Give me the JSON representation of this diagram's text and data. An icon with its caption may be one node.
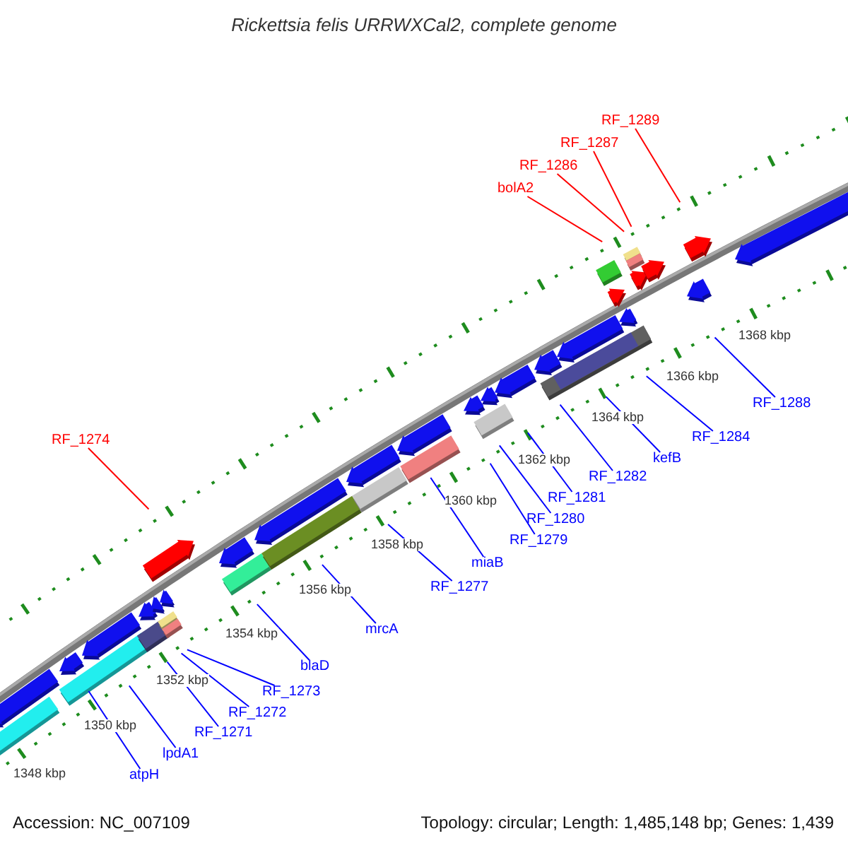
{
  "diagram": {
    "title": "Rickettsia felis URRWXCal2, complete genome",
    "nodes": [
      {
        "text": [
          "RF_1274"
        ]
      },
      {
        "text": [
          "atpH"
        ]
      },
      {
        "text": [
          "lpdA1"
        ]
      },
      {
        "text": [
          "RF_1271"
        ]
      },
      {
        "text": [
          "RF_1272"
        ]
      },
      {
        "text": [
          "RF_1273"
        ]
      },
      {
        "text": [
          "blaD"
        ]
      },
      {
        "text": [
          "mrcA"
        ]
      },
      {
        "text": [
          "RF_1277"
        ]
      },
      {
        "text": [
          "miaB"
        ]
      },
      {
        "text": [
          "RF_1279"
        ]
      },
      {
        "text": [
          "RF_1280"
        ]
      },
      {
        "text": [
          "RF_1281"
        ]
      },
      {
        "text": [
          "RF_1282"
        ]
      },
      {
        "text": [
          "kefB"
        ]
      },
      {
        "text": [
          "RF_1284"
        ]
      },
      {
        "text": [
          "bolA2"
        ]
      },
      {
        "text": [
          "RF_1286"
        ]
      },
      {
        "text": [
          "RF_1287"
        ]
      },
      {
        "text": [
          "RF_1288"
        ]
      },
      {
        "text": [
          "RF_1289"
        ]
      }
    ],
    "edges": [
      {
        "from": 0,
        "to": null,
        "arrow": "none",
        "color": "#ff0000"
      },
      {
        "from": 1,
        "to": null,
        "arrow": "none"
      },
      {
        "from": 2,
        "to": null,
        "arrow": "none"
      },
      {
        "from": 3,
        "to": null,
        "arrow": "none"
      },
      {
        "from": 4,
        "to": null,
        "arrow": "none"
      },
      {
        "from": 5,
        "to": null,
        "arrow": "none"
      },
      {
        "from": 6,
        "to": null,
        "arrow": "none"
      },
      {
        "from": 7,
        "to": null,
        "arrow": "none"
      },
      {
        "from": 8,
        "to": null,
        "arrow": "none"
      },
      {
        "from": 9,
        "to": null,
        "arrow": "none"
      },
      {
        "from": 10,
        "to": null,
        "arrow": "none"
      },
      {
        "from": 11,
        "to": null,
        "arrow": "none"
      },
      {
        "from": 12,
        "to": null,
        "arrow": "none"
      },
      {
        "from": 13,
        "to": null,
        "arrow": "none"
      },
      {
        "from": 14,
        "to": null,
        "arrow": "none"
      },
      {
        "from": 15,
        "to": null,
        "arrow": "none"
      },
      {
        "from": 16,
        "to": null,
        "arrow": "none",
        "color": "#ff0000"
      },
      {
        "from": 17,
        "to": null,
        "arrow": "none",
        "color": "#ff0000"
      },
      {
        "from": 18,
        "to": null,
        "arrow": "none",
        "color": "#ff0000"
      },
      {
        "from": 19,
        "to": null,
        "arrow": "none"
      },
      {
        "from": 20,
        "to": null,
        "arrow": "none",
        "color": "#ff0000"
      }
    ],
    "labels": [
      "1348 kbp",
      "1350 kbp",
      "1352 kbp",
      "1354 kbp",
      "1356 kbp",
      "1358 kbp",
      "1360 kbp",
      "1362 kbp",
      "1364 kbp",
      "1366 kbp",
      "1368 kbp",
      "Accession: NC_007109",
      "Topology: circular; Length: 1,485,148 bp; Genes: 1,439"
    ]
  }
}
